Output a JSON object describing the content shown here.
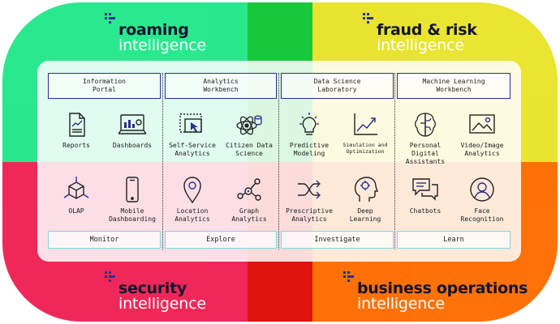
{
  "quadrants": {
    "roaming": {
      "bold": "roaming",
      "light": "intelligence",
      "color": "#22e88a"
    },
    "fraud": {
      "bold": "fraud & risk",
      "light": "intelligence",
      "color": "#e8e42a"
    },
    "security": {
      "bold": "security",
      "light": "intelligence",
      "color": "#ef2154"
    },
    "business": {
      "bold": "business operations",
      "light": "intelligence",
      "color": "#ff6d00"
    }
  },
  "columns": [
    {
      "header": "Information\nPortal",
      "footer": "Monitor"
    },
    {
      "header": "Analytics\nWorkbench",
      "footer": "Explore"
    },
    {
      "header": "Data Science\nLaboratory",
      "footer": "Investigate"
    },
    {
      "header": "Machine Learning\nWorkbench",
      "footer": "Learn"
    }
  ],
  "tiles": {
    "reports": "Reports",
    "dashboards": "Dashboards",
    "self_service": "Self-Service\nAnalytics",
    "citizen": "Citizen Data\nScience",
    "predictive": "Predictive\nModeling",
    "simulation": "Simulation and\nOptimization",
    "assistants": "Personal\nDigital\nAssistants",
    "video": "Video/Image\nAnalytics",
    "olap": "OLAP",
    "mobile": "Mobile\nDashboarding",
    "location": "Location\nAnalytics",
    "graph": "Graph\nAnalytics",
    "prescriptive": "Prescriptive\nAnalytics",
    "deep": "Deep\nLearning",
    "chatbots": "Chatbots",
    "face": "Face\nRecognition"
  },
  "accent": "#2a2f8f"
}
